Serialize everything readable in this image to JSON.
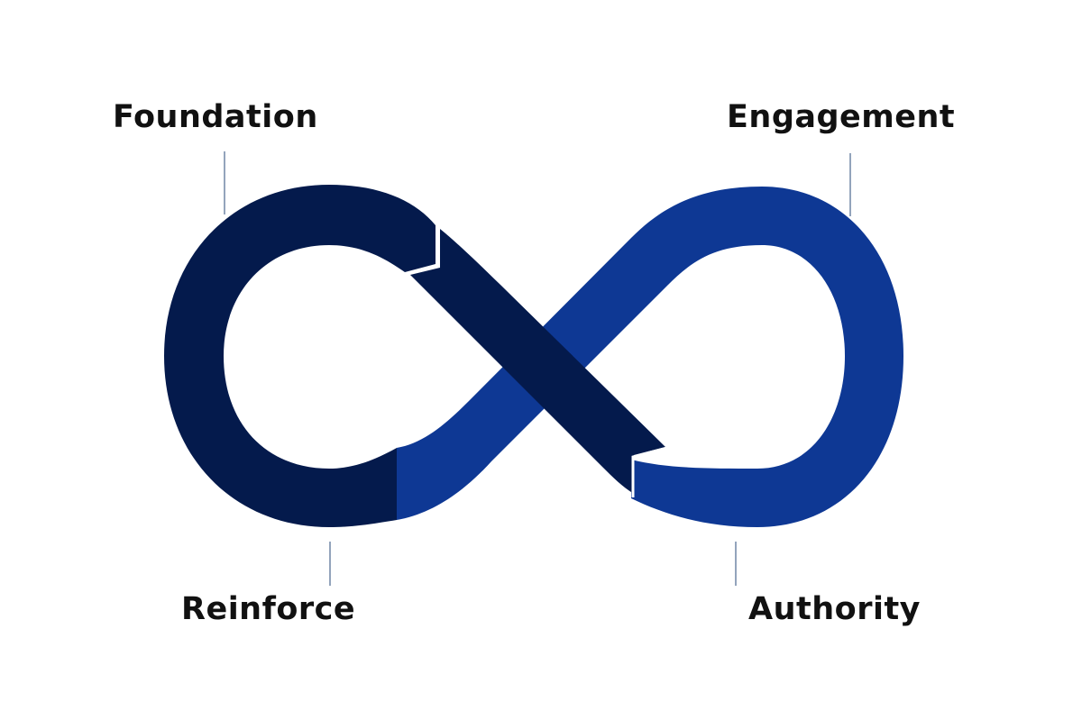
{
  "diagram": {
    "type": "infinity-loop",
    "colors": {
      "dark_navy": "#041a4c",
      "royal_blue": "#0e3894",
      "connector_line": "#6f86a6",
      "label_text": "#111111",
      "background": "#ffffff"
    },
    "labels": {
      "top_left": "Foundation",
      "top_right": "Engagement",
      "bottom_left": "Reinforce",
      "bottom_right": "Authority"
    },
    "segments": [
      {
        "name": "Foundation",
        "color": "#041a4c",
        "position": "left loop, top"
      },
      {
        "name": "Reinforce",
        "color": "#041a4c",
        "position": "left loop, bottom"
      },
      {
        "name": "Engagement",
        "color": "#0e3894",
        "position": "right loop, top"
      },
      {
        "name": "Authority",
        "color": "#0e3894",
        "position": "right loop, bottom"
      }
    ]
  }
}
